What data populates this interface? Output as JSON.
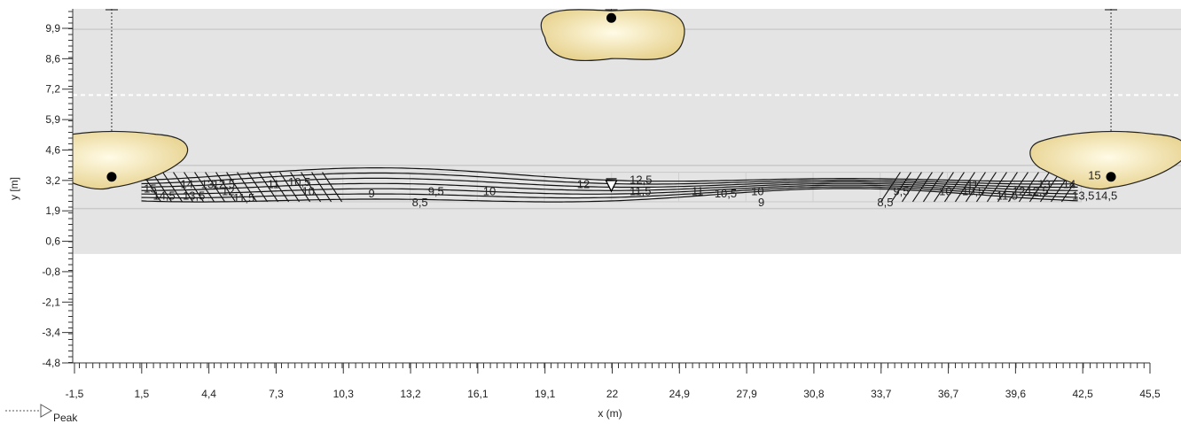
{
  "chart_data": {
    "type": "contour",
    "xlabel": "x (m)",
    "ylabel": "y [m]",
    "xlim": [
      -1.5,
      45.5
    ],
    "ylim": [
      -4.8,
      10.8
    ],
    "x_ticks": [
      "-1,5",
      "1,5",
      "4,4",
      "7,3",
      "10,3",
      "13,2",
      "16,1",
      "19,1",
      "22",
      "24,9",
      "27,9",
      "30,8",
      "33,7",
      "36,7",
      "39,6",
      "42,5",
      "45,5"
    ],
    "y_ticks": [
      "9,9",
      "8,6",
      "7,2",
      "5,9",
      "4,6",
      "3,2",
      "1,9",
      "0,6",
      "-0,8",
      "-2,1",
      "-3,4",
      "-4,8"
    ],
    "shaded_region": {
      "y_min": 0.0,
      "y_max": 10.8
    },
    "road_band": {
      "y_min": 2.0,
      "y_max": 3.9
    },
    "center_line_y": 7.0,
    "luminaires": [
      {
        "x": 0.2,
        "y": 3.4,
        "mount_y": 10.8,
        "side": "left"
      },
      {
        "x": 22.0,
        "y": 10.4,
        "mount_y": 10.8,
        "side": "top"
      },
      {
        "x": 43.8,
        "y": 3.4,
        "mount_y": 10.8,
        "side": "right"
      }
    ],
    "peak_marker": {
      "x": 22.0,
      "y": 3.0
    },
    "grid": {
      "x_min": 1.5,
      "x_max": 42.5,
      "y_min": 2.3,
      "y_max": 3.6
    },
    "contour_labels": [
      {
        "text": "15",
        "x": 1.6,
        "y": 2.7
      },
      {
        "text": "14,5",
        "x": 2.0,
        "y": 2.4
      },
      {
        "text": "14",
        "x": 3.2,
        "y": 2.9
      },
      {
        "text": "13,5",
        "x": 3.3,
        "y": 2.4
      },
      {
        "text": "13",
        "x": 4.1,
        "y": 2.9
      },
      {
        "text": "12,5",
        "x": 4.6,
        "y": 2.9
      },
      {
        "text": "12",
        "x": 5.0,
        "y": 2.6
      },
      {
        "text": "11,5",
        "x": 5.5,
        "y": 2.3
      },
      {
        "text": "11",
        "x": 7.0,
        "y": 2.9
      },
      {
        "text": "10,5",
        "x": 7.9,
        "y": 3.0
      },
      {
        "text": "10",
        "x": 8.5,
        "y": 2.6
      },
      {
        "text": "9",
        "x": 11.4,
        "y": 2.5
      },
      {
        "text": "9,5",
        "x": 14.0,
        "y": 2.6
      },
      {
        "text": "8,5",
        "x": 13.3,
        "y": 2.1
      },
      {
        "text": "10",
        "x": 16.4,
        "y": 2.6
      },
      {
        "text": "12",
        "x": 20.5,
        "y": 2.9
      },
      {
        "text": "12,5",
        "x": 22.8,
        "y": 3.1
      },
      {
        "text": "11,5",
        "x": 22.8,
        "y": 2.6
      },
      {
        "text": "11",
        "x": 25.5,
        "y": 2.6
      },
      {
        "text": "10,5",
        "x": 26.5,
        "y": 2.5
      },
      {
        "text": "10",
        "x": 28.1,
        "y": 2.6
      },
      {
        "text": "9",
        "x": 28.4,
        "y": 2.1
      },
      {
        "text": "9,5",
        "x": 34.3,
        "y": 2.6
      },
      {
        "text": "8,5",
        "x": 33.6,
        "y": 2.1
      },
      {
        "text": "10",
        "x": 36.3,
        "y": 2.6
      },
      {
        "text": "10,5",
        "x": 37.3,
        "y": 2.6
      },
      {
        "text": "11",
        "x": 37.5,
        "y": 2.9
      },
      {
        "text": "11,5",
        "x": 38.8,
        "y": 2.4
      },
      {
        "text": "12",
        "x": 39.5,
        "y": 2.6
      },
      {
        "text": "12,5",
        "x": 40.1,
        "y": 2.6
      },
      {
        "text": "13",
        "x": 40.6,
        "y": 2.9
      },
      {
        "text": "13,5",
        "x": 42.1,
        "y": 2.4
      },
      {
        "text": "14",
        "x": 41.7,
        "y": 2.9
      },
      {
        "text": "14,5",
        "x": 43.1,
        "y": 2.4
      },
      {
        "text": "15",
        "x": 42.8,
        "y": 3.3
      }
    ]
  },
  "legend": {
    "peak_label": "Peak"
  }
}
